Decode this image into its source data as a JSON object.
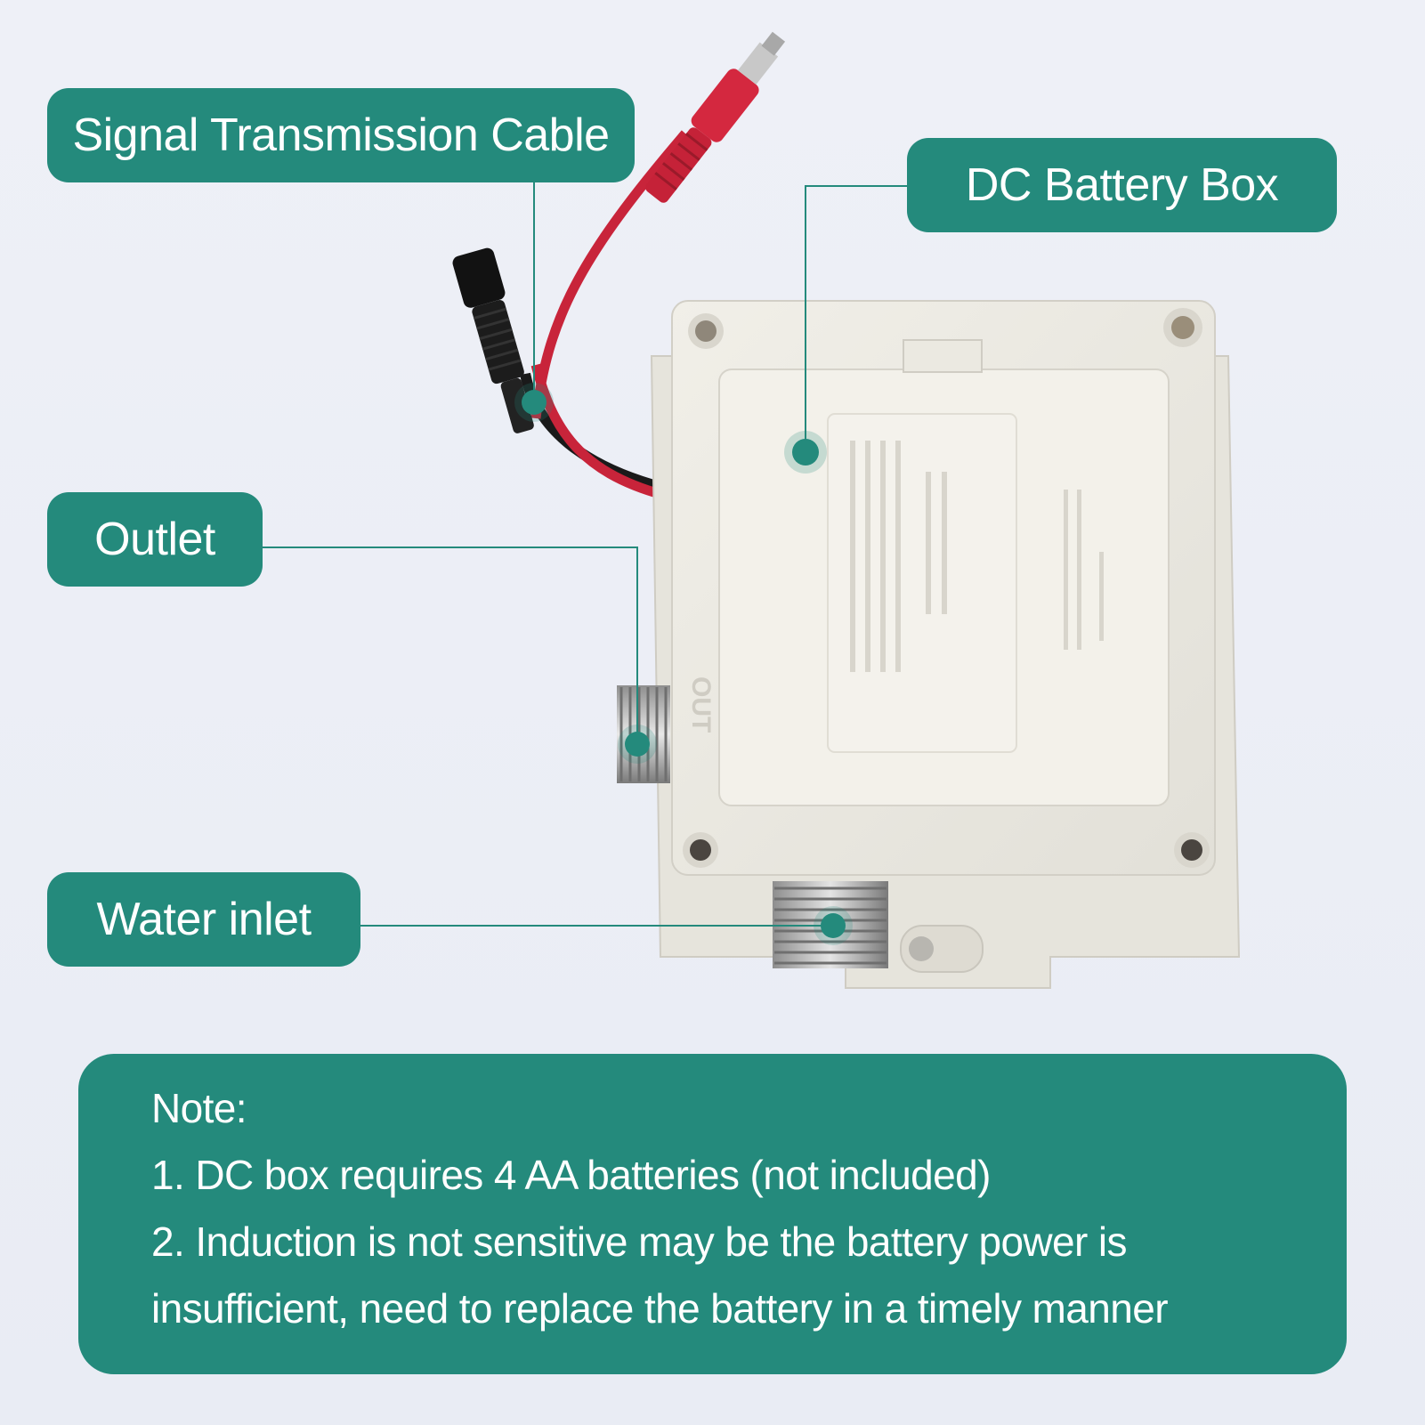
{
  "colors": {
    "label_bg": "#248a7c",
    "label_text": "#ffffff",
    "leader_line": "#248a7c",
    "background": "#eceff6"
  },
  "callouts": {
    "cable": "Signal Transmission Cable",
    "battery_box": "DC Battery Box",
    "outlet": "Outlet",
    "water_inlet": "Water inlet"
  },
  "device_markings": {
    "port": "OUT"
  },
  "note": {
    "heading": "Note:",
    "line1": "1. DC box requires 4 AA batteries (not included)",
    "line2": "2. Induction is not sensitive may be the battery power is",
    "line3": "insufficient, need to replace the battery in a timely manner"
  }
}
